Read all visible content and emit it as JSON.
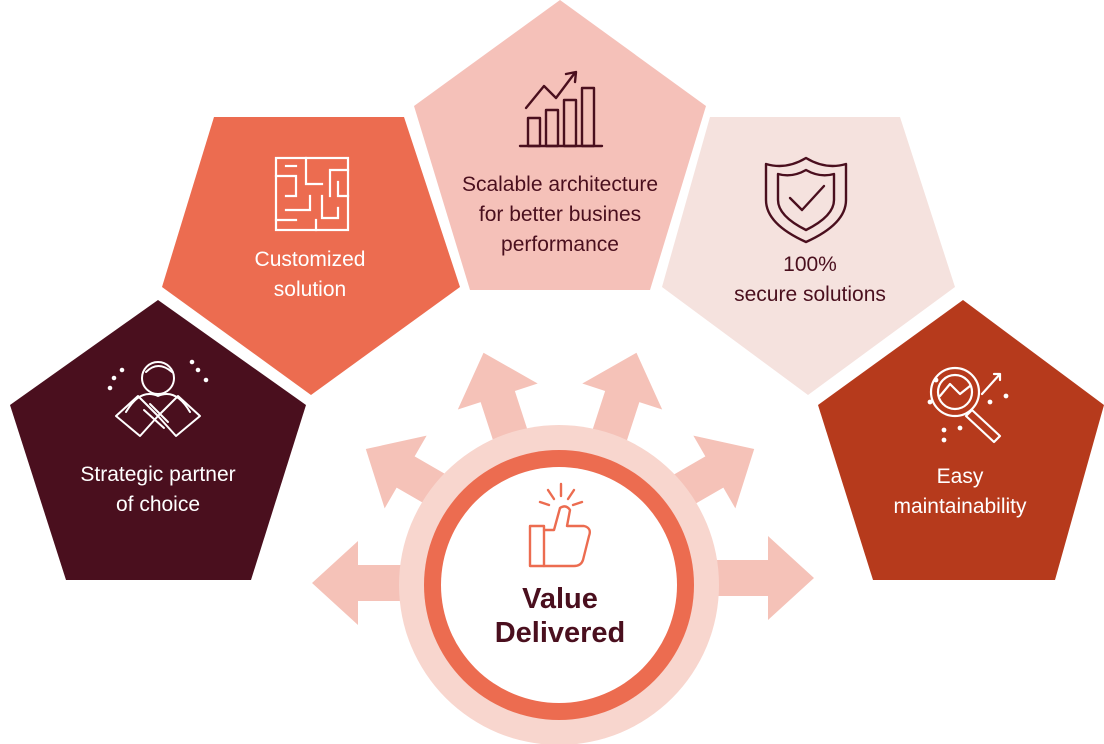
{
  "colors": {
    "dark_maroon": "#4a0f1e",
    "coral": "#ec6c50",
    "pale_pink": "#f5c1b9",
    "blush": "#f5e2de",
    "rust": "#b63a1c",
    "arrow_pink": "#f5c2b8",
    "halo": "#f8d6ce"
  },
  "blocks": [
    {
      "icon": "handshake-partner-icon",
      "lines": [
        "Strategic partner",
        "of choice"
      ],
      "fill": "#4a0f1e",
      "text_color": "#ffffff"
    },
    {
      "icon": "maze-icon",
      "lines": [
        "Customized",
        "solution"
      ],
      "fill": "#ec6c50",
      "text_color": "#ffffff"
    },
    {
      "icon": "growth-chart-icon",
      "lines": [
        "Scalable architecture",
        "for better busines",
        "performance"
      ],
      "fill": "#f5c1b9",
      "text_color": "#4a0f1e"
    },
    {
      "icon": "shield-check-icon",
      "lines": [
        "100%",
        "secure solutions"
      ],
      "fill": "#f5e2de",
      "text_color": "#4a0f1e"
    },
    {
      "icon": "magnifier-analytics-icon",
      "lines": [
        "Easy",
        "maintainability"
      ],
      "fill": "#b63a1c",
      "text_color": "#ffffff"
    }
  ],
  "center": {
    "icon": "thumbs-up-icon",
    "lines": [
      "Value",
      "Delivered"
    ]
  }
}
